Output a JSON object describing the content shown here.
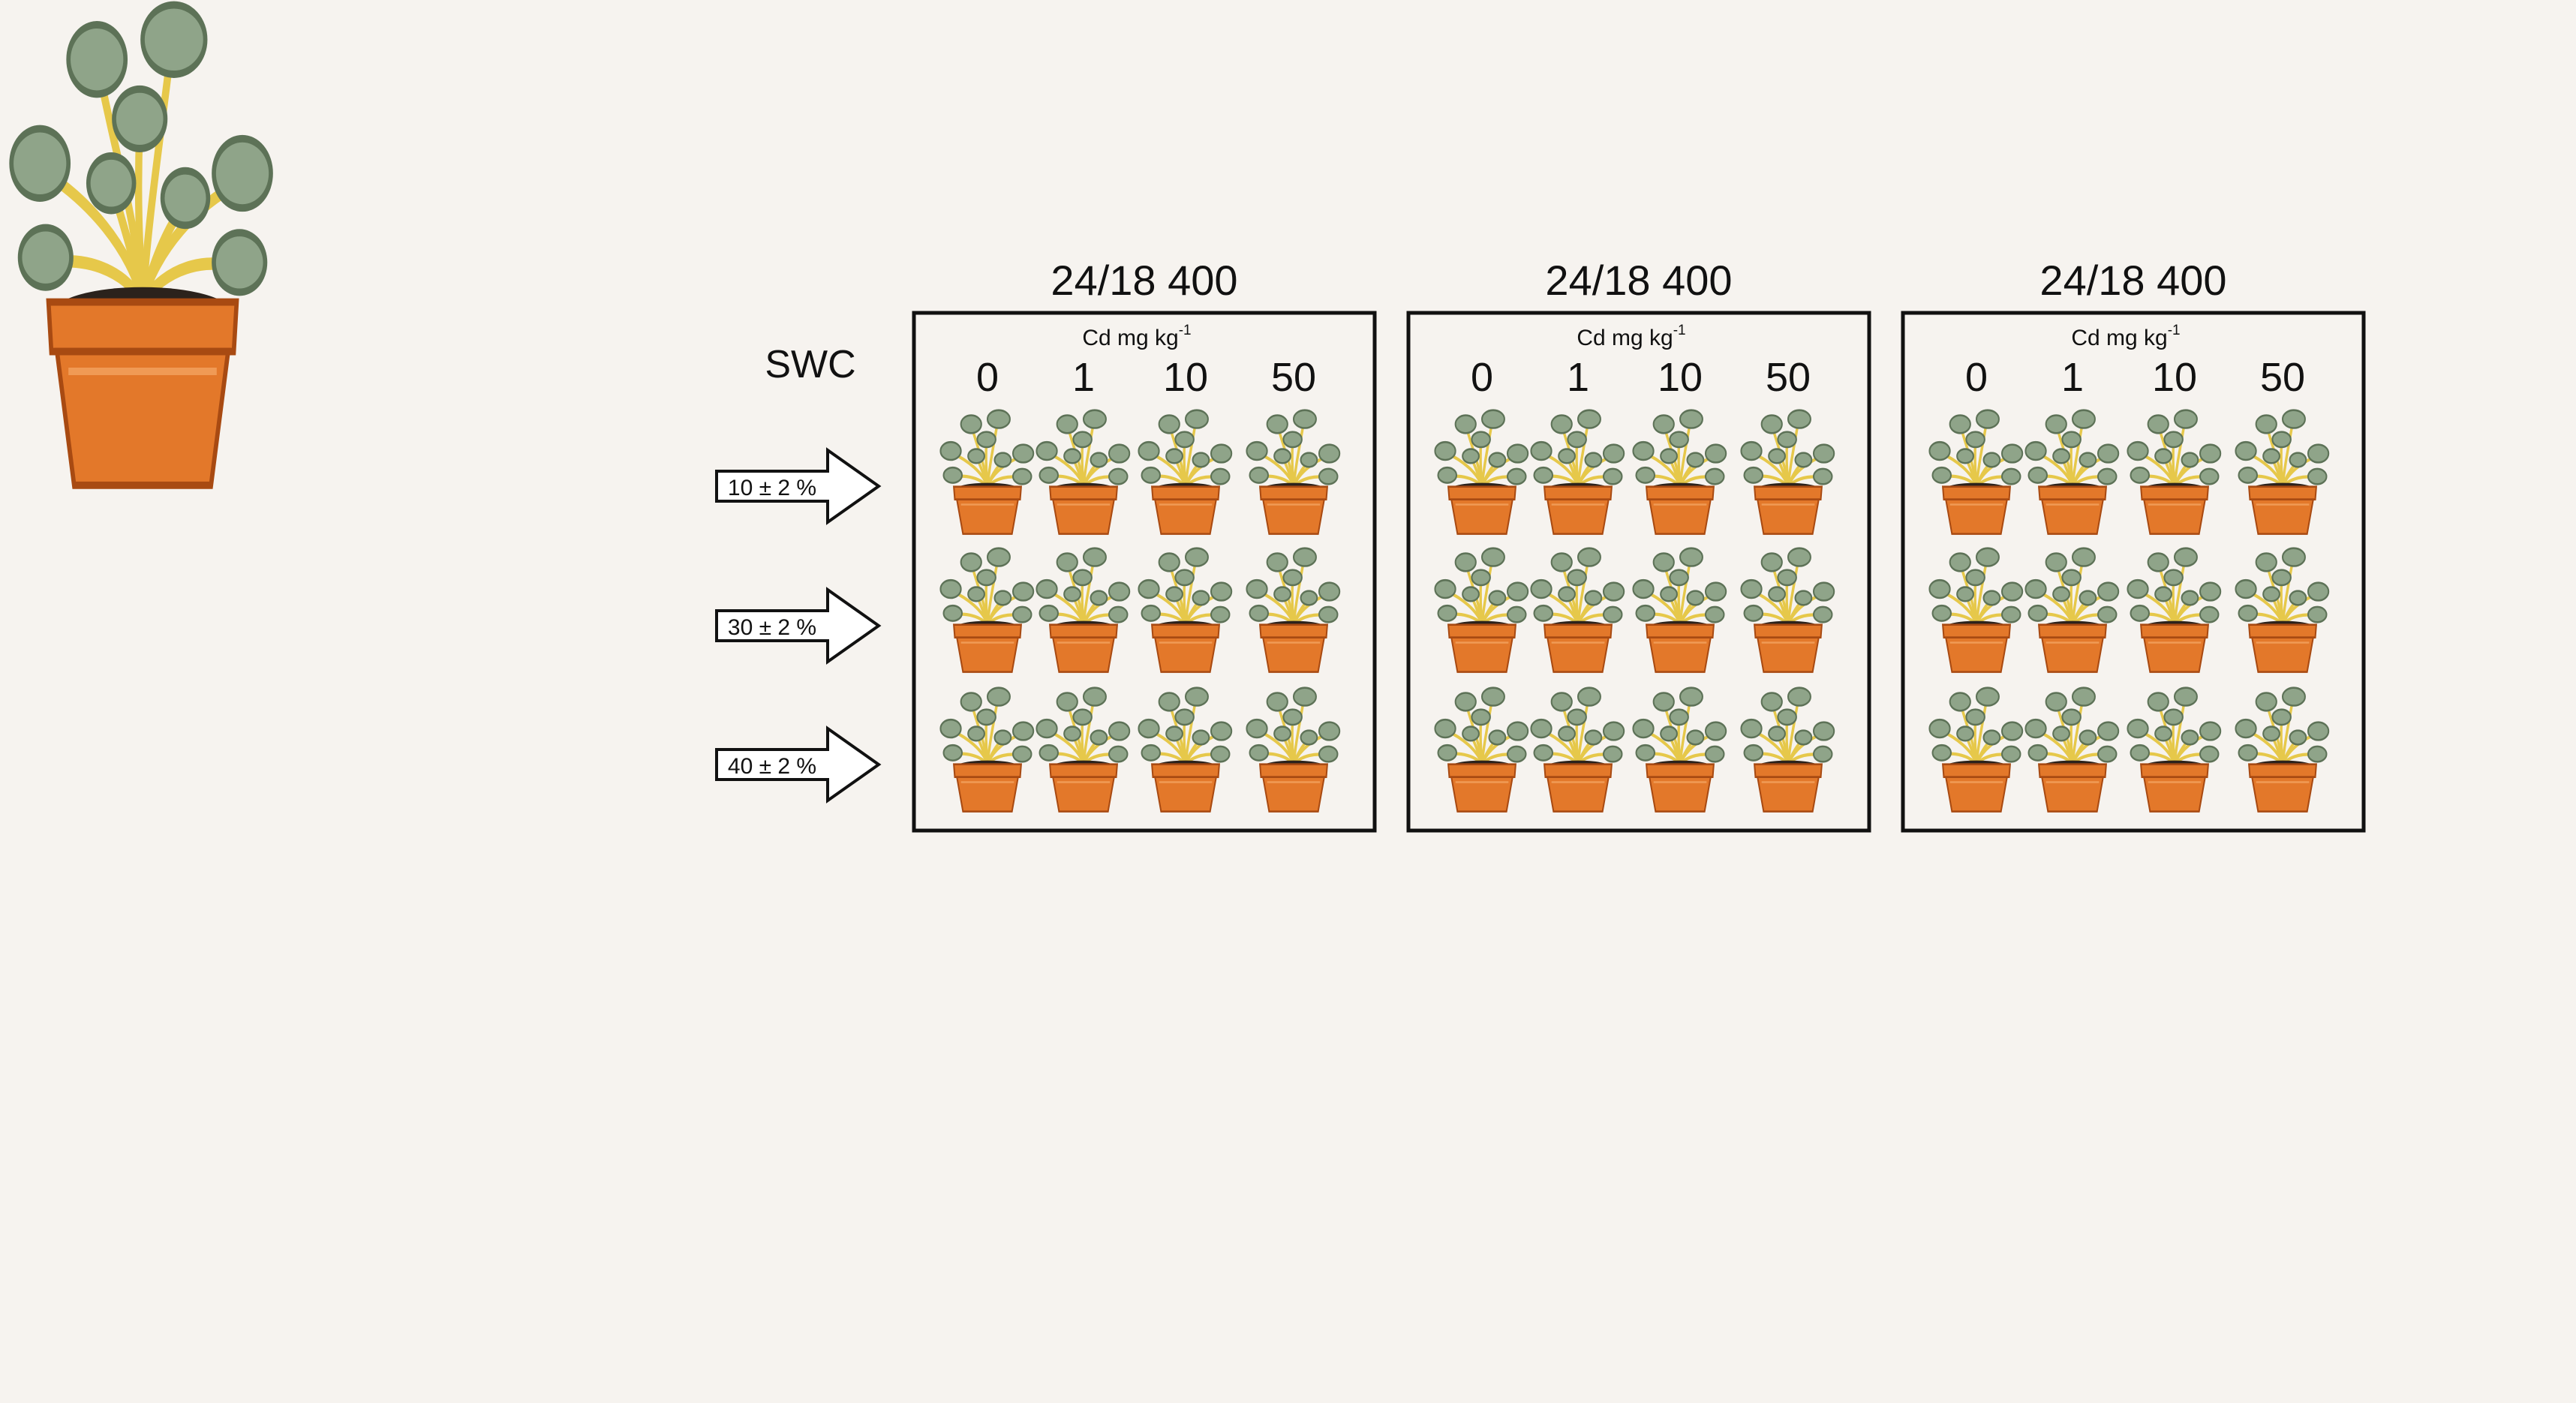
{
  "swc_label": "SWC",
  "cd_label": "Cd mg kg",
  "cd_superscript": "-1",
  "cd_levels": [
    "0",
    "1",
    "10",
    "50"
  ],
  "swc_levels": [
    "10 ± 2 %",
    "30 ± 2 %",
    "40 ± 2 %"
  ],
  "chambers": [
    {
      "title": "24/18 400"
    },
    {
      "title": "24/18 400"
    },
    {
      "title": "24/18 400"
    }
  ],
  "colors": {
    "background": "#f6f3ef",
    "pot": "#e3782a",
    "pot_dark": "#a84a12",
    "leaf": "#8fa489",
    "leaf_dark": "#5d7257",
    "stem": "#e6c84a",
    "soil": "#2b221c",
    "frame": "#111111"
  },
  "icons": {
    "plant": "potted-plant-icon",
    "arrow": "right-arrow-icon"
  }
}
